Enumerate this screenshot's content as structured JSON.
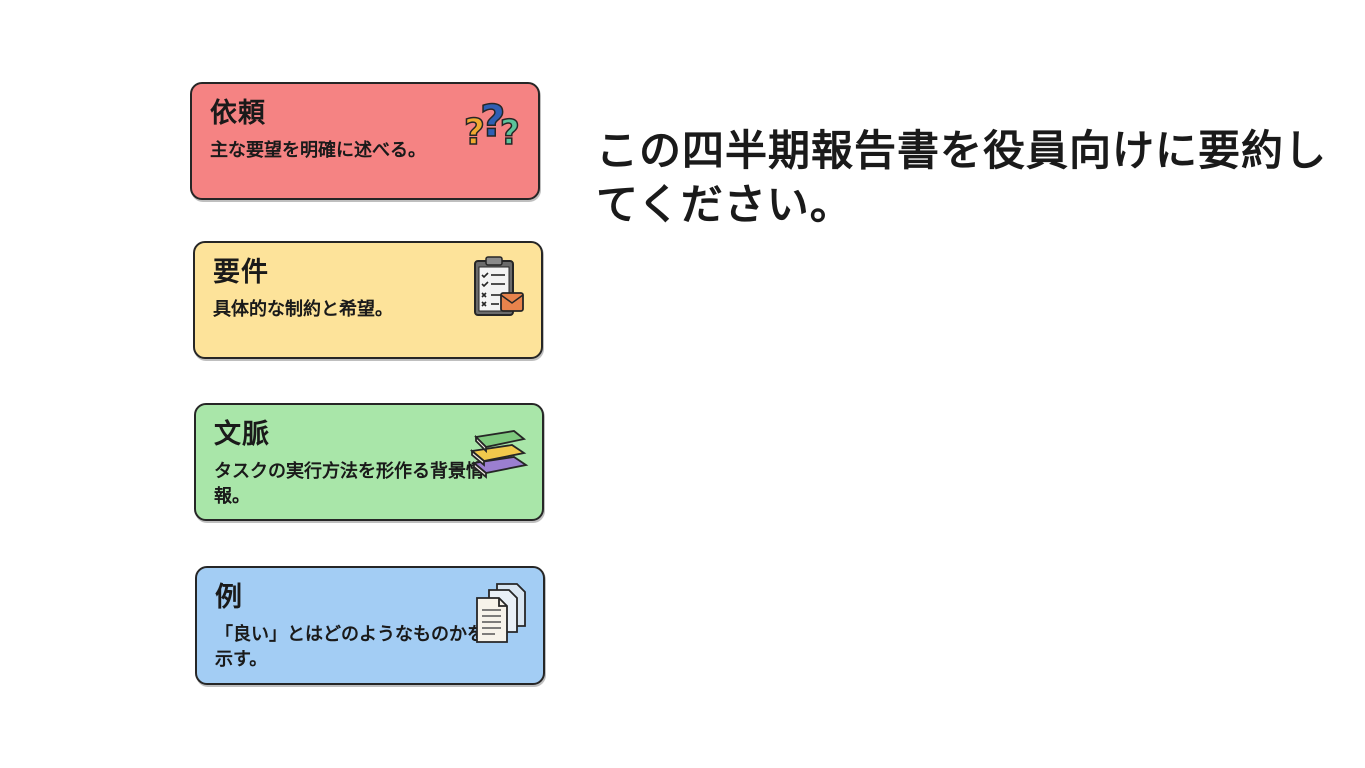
{
  "colors": {
    "request": "#f58383",
    "requirements": "#fde39a",
    "context": "#a9e6a9",
    "examples": "#a3cdf4",
    "border": "#262626"
  },
  "cards": [
    {
      "title": "依頼",
      "description": "主な要望を明確に述べる。",
      "icon": "question-marks-icon"
    },
    {
      "title": "要件",
      "description": "具体的な制約と希望。",
      "icon": "clipboard-checklist-icon"
    },
    {
      "title": "文脈",
      "description": "タスクの実行方法を形作る背景情報。",
      "icon": "book-stack-icon"
    },
    {
      "title": "例",
      "description": "「良い」とはどのようなものかを示す。",
      "icon": "document-pages-icon"
    }
  ],
  "headline": "この四半期報告書を役員向けに要約してください。"
}
